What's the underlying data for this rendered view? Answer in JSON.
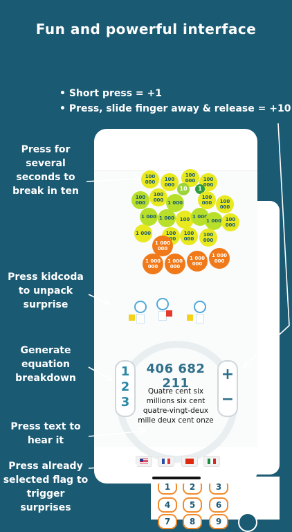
{
  "headline": "Fun and powerful interface",
  "bullets": [
    "• Short press = +1",
    "• Press, slide finger away & release  = +10"
  ],
  "callouts": {
    "break_in_ten": "Press for several seconds to break in ten",
    "unpack_surprise": "Press kidcoda to unpack surprise",
    "equation": "Generate equation breakdown",
    "hear_it": "Press text to hear it",
    "trigger_surprises": "Press already selected flag to trigger surprises"
  },
  "app": {
    "number": "406 682 211",
    "words": "Quatre cent six millions six cent quatre-vingt-deux mille deux cent onze",
    "left_digits": [
      "1",
      "2",
      "3"
    ],
    "plus_label": "+",
    "minus_label": "−",
    "coins": {
      "one": "1",
      "ten": "10",
      "hundred": "100",
      "thousand": "1 000",
      "hundred_thousand": "100 000",
      "million": "1 000 000"
    },
    "flags": [
      "us-flag",
      "fr-flag",
      "cn-flag",
      "mx-flag"
    ],
    "keypad": [
      "1",
      "2",
      "3",
      "4",
      "5",
      "6",
      "7",
      "8",
      "9"
    ]
  },
  "colors": {
    "background": "#1b5a73",
    "accent": "#2f6f8a",
    "coin_yellow": "#e8e91f",
    "coin_orange": "#f07a1a",
    "key_border": "#f08a2a"
  }
}
